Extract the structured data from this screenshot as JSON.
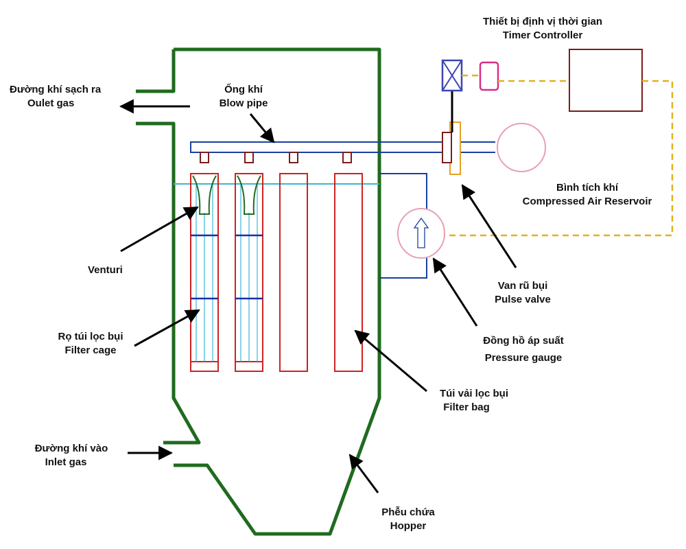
{
  "colors": {
    "housing": "#1f6b1f",
    "blowpipe": "#1a3fa0",
    "bag": "#cc2222",
    "cage": "#38b7d6",
    "venturi": "#1f6b1f",
    "cage_ring": "#1a2fa0",
    "controller": "#7a1c1c",
    "signal": "#e0b21c",
    "valve": "#3b46b5",
    "solenoid": "#d92c86",
    "reservoir": "#e8a0b4",
    "pulse_valve_side": "#e6a022",
    "arrow": "#000000",
    "text": "#111111"
  },
  "icons": {
    "valve": "valve-x-icon",
    "solenoid": "solenoid-icon",
    "gauge_arrow": "up-arrow-icon"
  },
  "labels": {
    "timer": {
      "vi": "Thiết bị định vị thời gian",
      "en": "Timer Controller"
    },
    "outlet": {
      "vi": "Đường khí sạch ra",
      "en": "Oulet gas"
    },
    "blowpipe": {
      "vi": "Ống khí",
      "en": "Blow pipe"
    },
    "reservoir": {
      "vi": "Bình tích khí",
      "en": "Compressed Air Reservoir"
    },
    "venturi": {
      "en": "Venturi"
    },
    "pulse_valve": {
      "vi": "Van rũ bụi",
      "en": "Pulse valve"
    },
    "cage": {
      "vi": "Rọ túi lọc bụi",
      "en": "Filter cage"
    },
    "gauge": {
      "vi": "Đồng hồ áp suất",
      "en": "Pressure gauge"
    },
    "bag": {
      "vi": "Túi vải lọc bụi",
      "en": "Filter bag"
    },
    "inlet": {
      "vi": "Đường khí vào",
      "en": "Inlet gas"
    },
    "hopper": {
      "vi": "Phễu chứa",
      "en": "Hopper"
    }
  }
}
